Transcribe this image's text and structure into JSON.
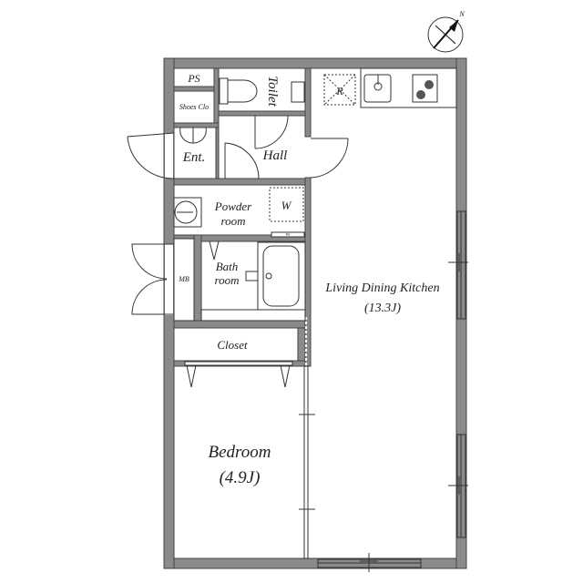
{
  "compass": {
    "north_label": "N",
    "icon": "compass-icon"
  },
  "rooms": {
    "ps": "PS",
    "shoes_closet": "Shoes Clo",
    "toilet": "Toilet",
    "entrance": "Ent.",
    "hall": "Hall",
    "powder_room_line1": "Powder",
    "powder_room_line2": "room",
    "washer": "W",
    "ps_small": "PS",
    "bath_line1": "Bath",
    "bath_line2": "room",
    "mb": "MB",
    "closet": "Closet",
    "bedroom": "Bedroom",
    "bedroom_size": "(4.9J)",
    "ldk": "Living Dining Kitchen",
    "ldk_size": "(13.3J)",
    "refrigerator": "R"
  },
  "colors": {
    "wall": "#8a8a8a",
    "line": "#333333"
  }
}
